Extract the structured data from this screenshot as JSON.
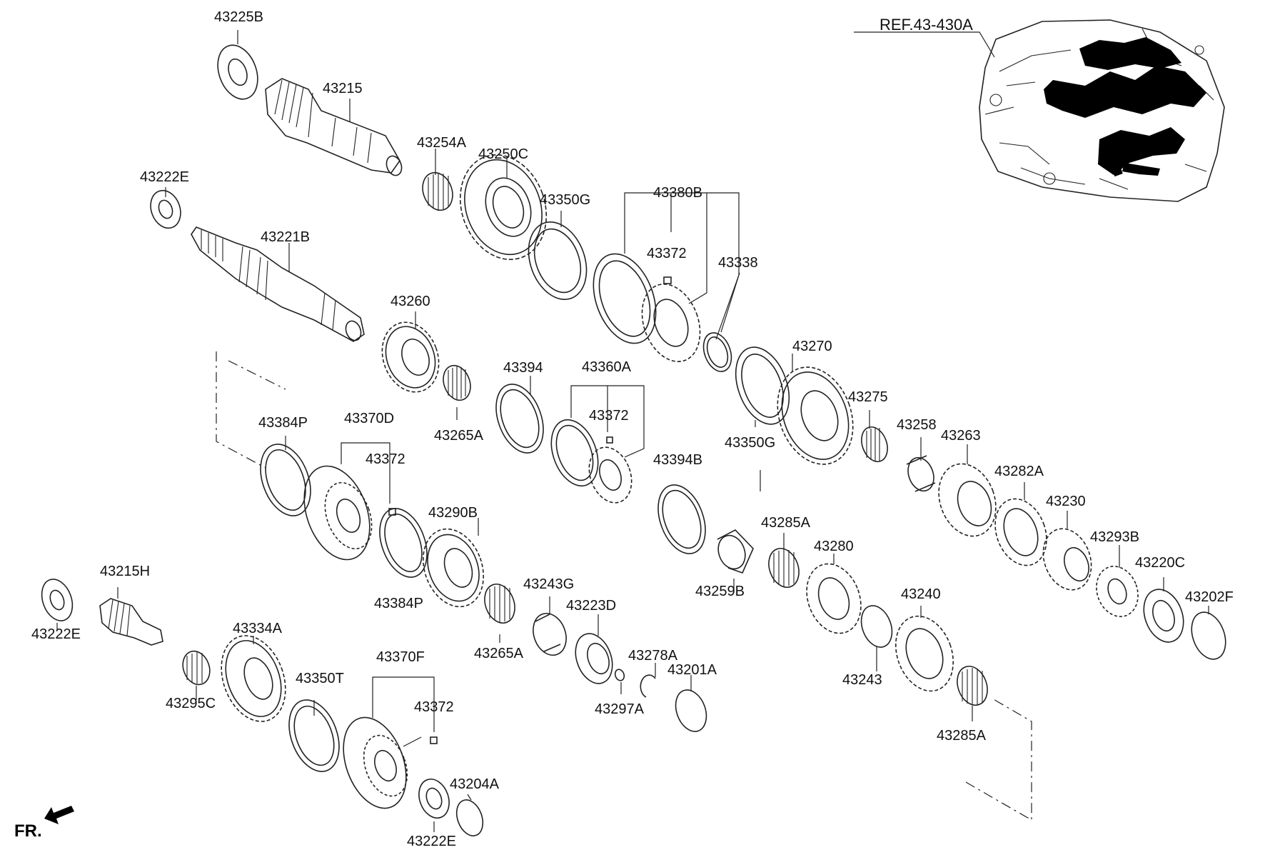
{
  "reference": "REF.43-430A",
  "front_marker": "FR.",
  "labels": {
    "l43225B": "43225B",
    "l43215": "43215",
    "l43254A": "43254A",
    "l43250C": "43250C",
    "l43222E_top": "43222E",
    "l43350G_top": "43350G",
    "l43380B": "43380B",
    "l43221B": "43221B",
    "l43372_a": "43372",
    "l43338": "43338",
    "l43260": "43260",
    "l43270": "43270",
    "l43394": "43394",
    "l43360A": "43360A",
    "l43275": "43275",
    "l43384P_top": "43384P",
    "l43370D": "43370D",
    "l43372_b": "43372",
    "l43265A_top": "43265A",
    "l43350G_mid": "43350G",
    "l43258": "43258",
    "l43263": "43263",
    "l43372_c": "43372",
    "l43394B": "43394B",
    "l43282A": "43282A",
    "l43290B": "43290B",
    "l43285A_top": "43285A",
    "l43230": "43230",
    "l43280": "43280",
    "l43293B": "43293B",
    "l43215H": "43215H",
    "l43384P_bot": "43384P",
    "l43259B": "43259B",
    "l43220C": "43220C",
    "l43243G": "43243G",
    "l43223D": "43223D",
    "l43240": "43240",
    "l43202F": "43202F",
    "l43222E_left": "43222E",
    "l43334A": "43334A",
    "l43265A_bot": "43265A",
    "l43278A": "43278A",
    "l43201A": "43201A",
    "l43243": "43243",
    "l43350T": "43350T",
    "l43370F": "43370F",
    "l43295C": "43295C",
    "l43297A": "43297A",
    "l43372_d": "43372",
    "l43285A_bot": "43285A",
    "l43204A": "43204A",
    "l43222E_bot": "43222E"
  },
  "colors": {
    "line": "#222222",
    "solid": "#000000",
    "background": "#ffffff"
  },
  "icons": {
    "front_arrow": "arrow-left-down-icon"
  }
}
